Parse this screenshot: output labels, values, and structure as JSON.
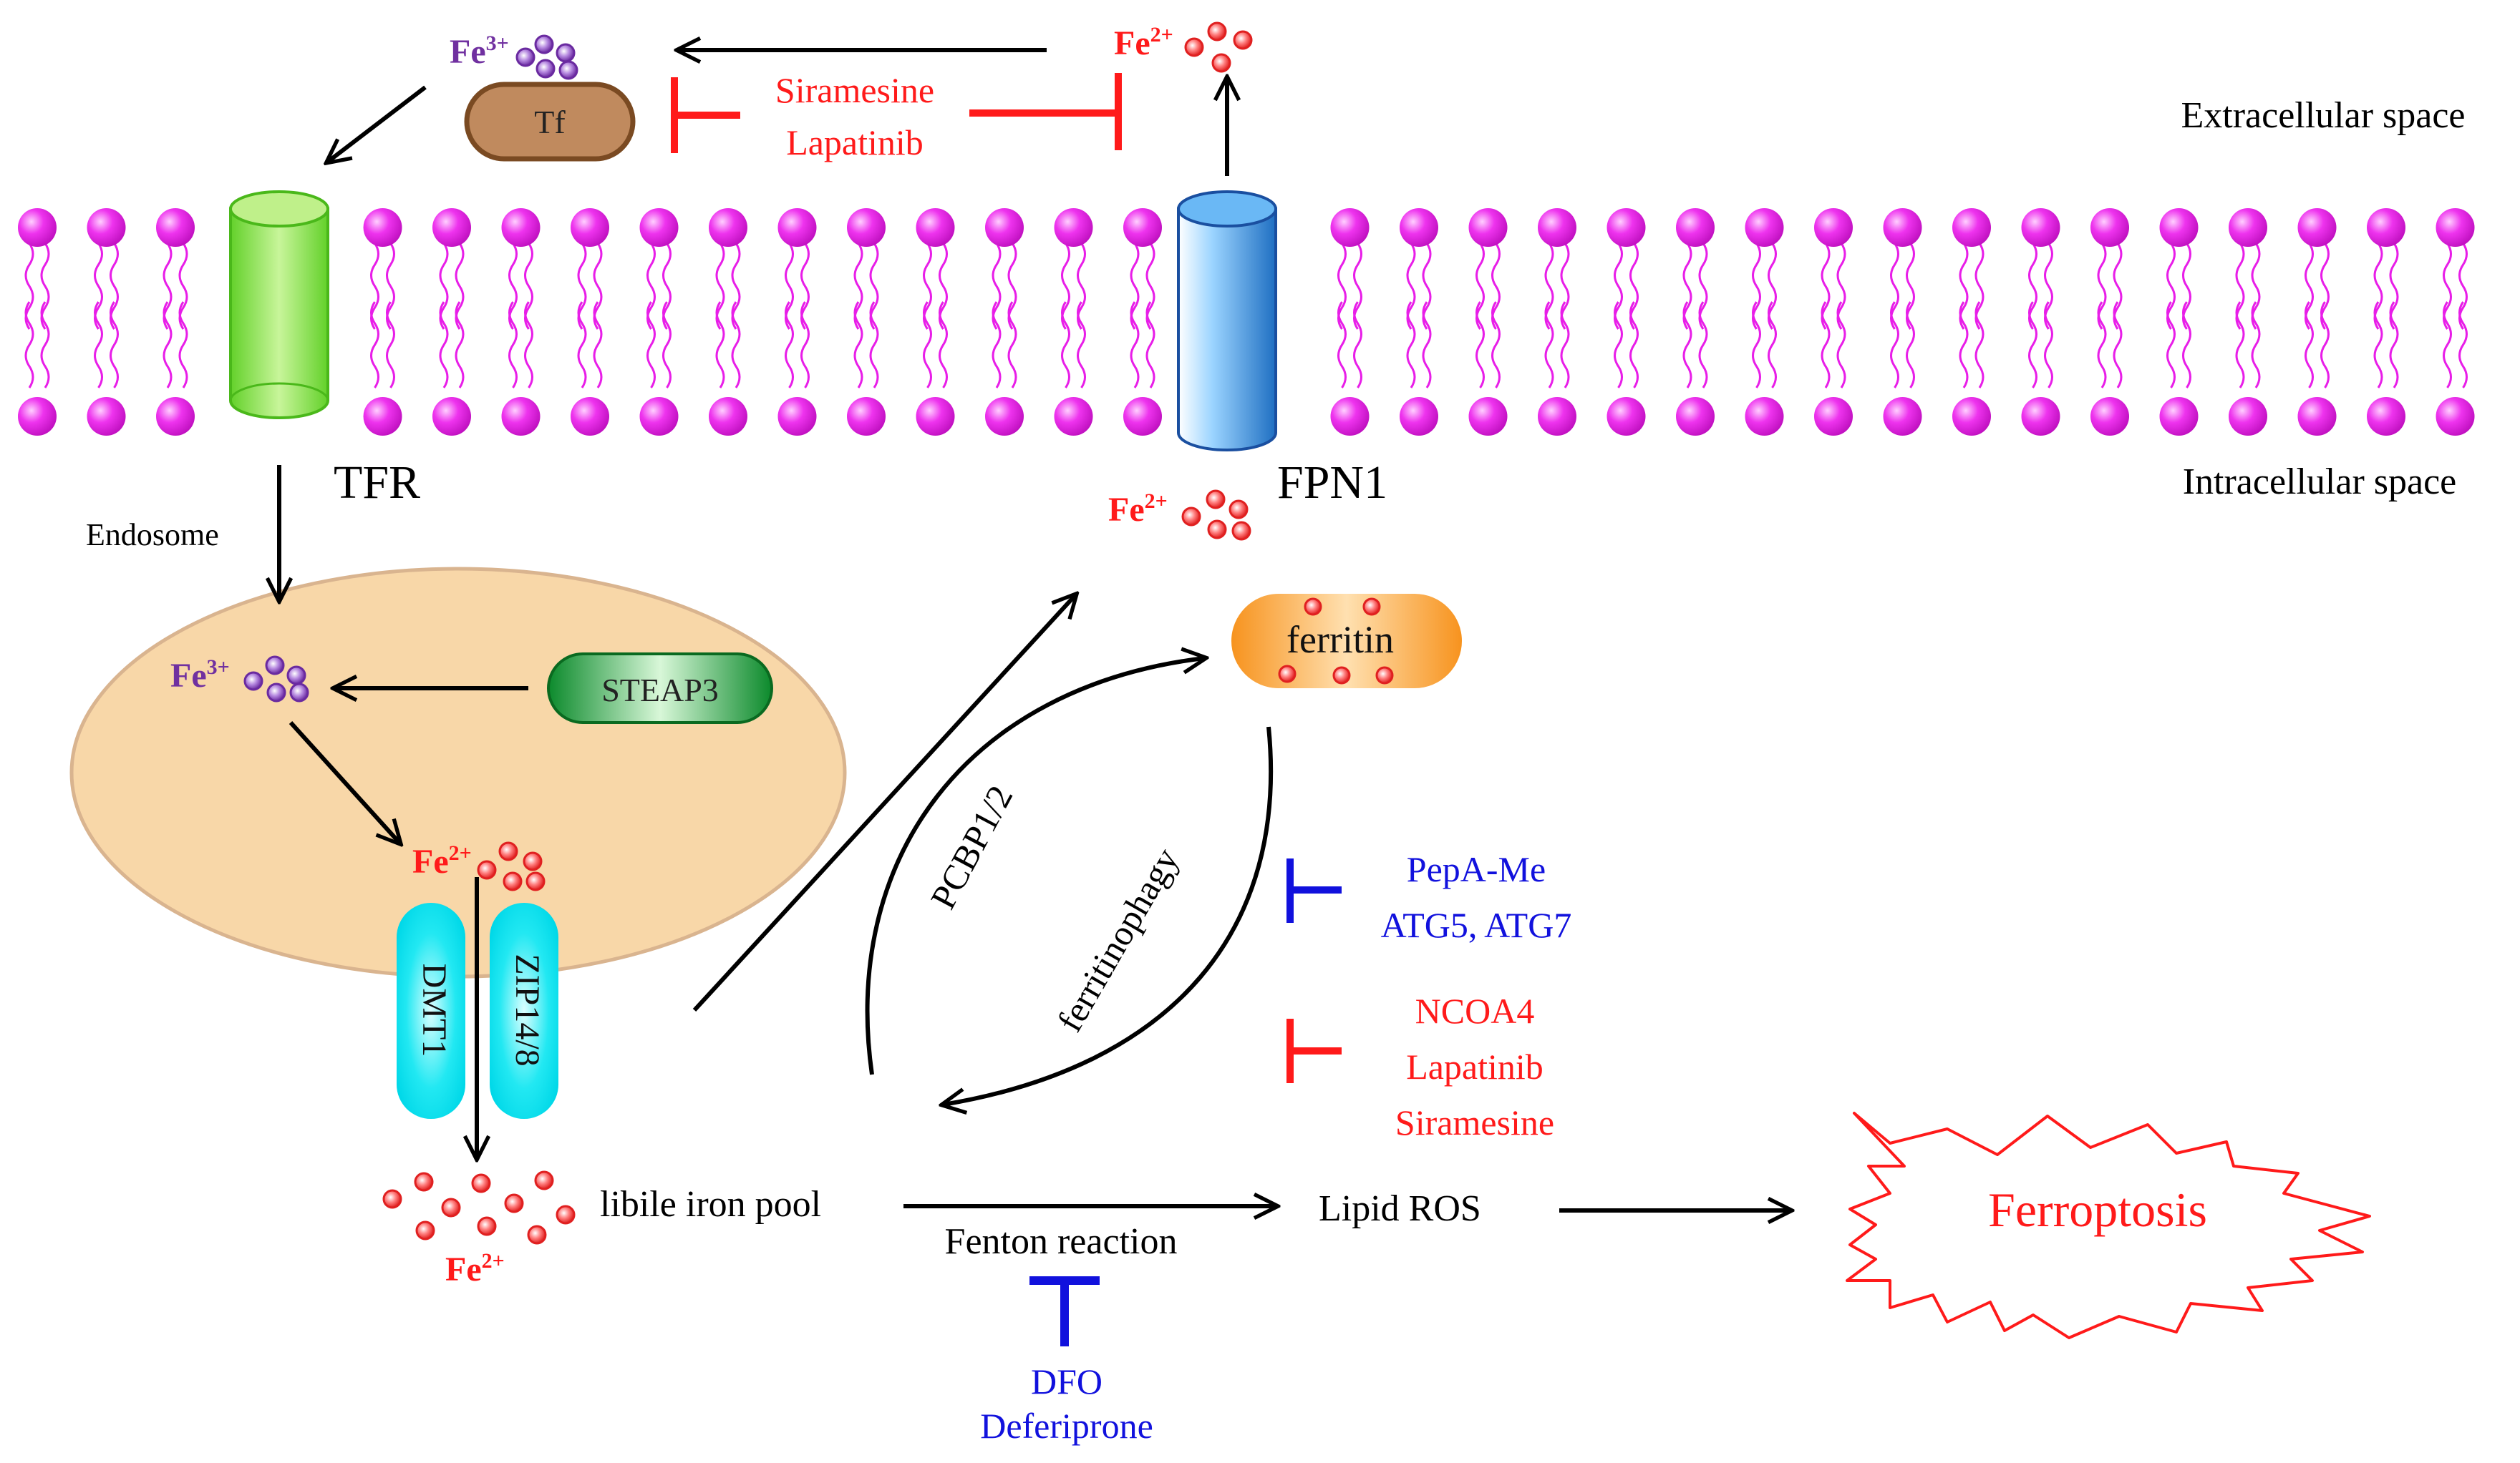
{
  "labels": {
    "extracellular": "Extracellular space",
    "intracellular": "Intracellular space",
    "tf": "Tf",
    "tfr": "TFR",
    "fpn1": "FPN1",
    "endosome": "Endosome",
    "steap3": "STEAP3",
    "dmt1": "DMT1",
    "zip": "ZIP14/8",
    "ferritin": "ferritin",
    "pcbp": "PCBP1/2",
    "ferritinophagy": "ferritinophagy",
    "lip": "libile iron pool",
    "fenton": "Fenton reaction",
    "lipid_ros": "Lipid ROS",
    "ferroptosis": "Ferroptosis"
  },
  "ions": {
    "fe3_base": "Fe",
    "fe3_charge": "3+",
    "fe2_base": "Fe",
    "fe2_charge": "2+"
  },
  "inhibitors": {
    "top_1": "Siramesine",
    "top_2": "Lapatinib",
    "blue_1": "PepA-Me",
    "blue_2": "ATG5, ATG7",
    "red_1": "NCOA4",
    "red_2": "Lapatinib",
    "red_3": "Siramesine",
    "fenton_1": "DFO",
    "fenton_2": "Deferiprone"
  },
  "colors": {
    "red": "#ff1a1a",
    "blue": "#1111dd",
    "purple": "#7030a0",
    "lipid": "#e81ee8",
    "endosome_fill": "#f8d7a8",
    "endosome_stroke": "#d9b48f",
    "tf_fill": "#c08a5e",
    "tf_stroke": "#7a4a22",
    "ferritin": "#f7931e",
    "cyan": "#00e5f0",
    "steap3": "#1a9a3a",
    "tfr_green": "#7ee04a",
    "fpn_blue": "#2e7fd6",
    "arrow": "#000000"
  }
}
